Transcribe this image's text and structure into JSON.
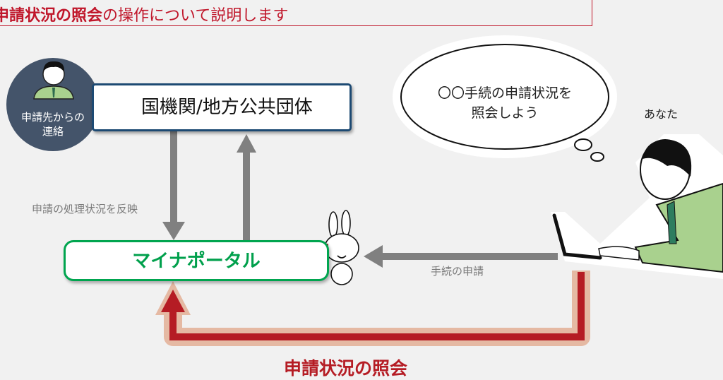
{
  "header": {
    "title_bold": "申請状況の照会",
    "title_rest": "の操作について説明します"
  },
  "government": {
    "label": "国機関/地方公共団体"
  },
  "contact_bubble": {
    "line1": "申請先からの",
    "line2": "連絡"
  },
  "portal": {
    "label": "マイナポータル"
  },
  "flows": {
    "reflect_label": "申請の処理状況を反映",
    "apply_label": "手続の申請",
    "inquiry_label": "申請状況の照会"
  },
  "thought": {
    "line1": "〇〇手続の申請状況を",
    "line2": "照会しよう"
  },
  "user": {
    "label": "あなた"
  },
  "colors": {
    "accent_red": "#b51c24",
    "portal_green": "#00a54f",
    "gov_navy": "#1d4a73",
    "contact_circle": "#44546a",
    "arrow_gray": "#808080",
    "inquiry_halo": "#e5b9a3"
  }
}
